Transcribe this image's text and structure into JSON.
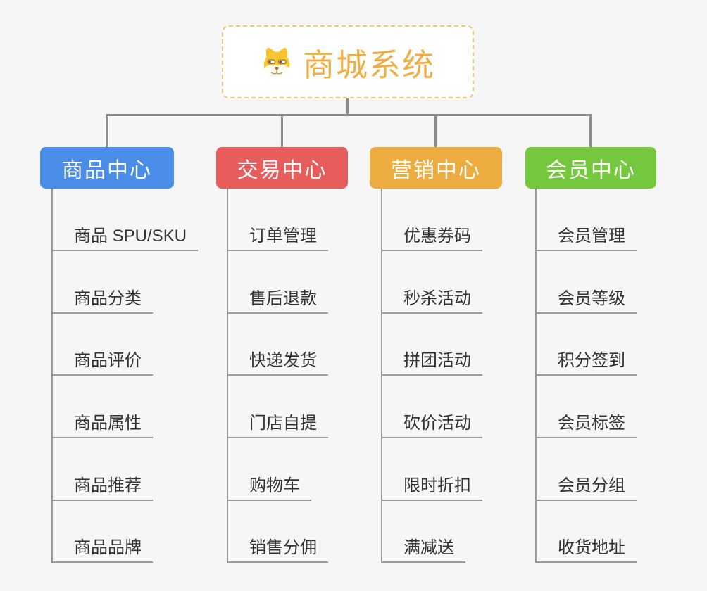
{
  "page": {
    "background": "#F6F6F6"
  },
  "root": {
    "title": "商城系统",
    "icon": "doge-icon",
    "title_color": "#EFAE42",
    "border_color": "#F2C671",
    "background": "#FFFFFF"
  },
  "connectors": {
    "main_color": "#8C8C8C",
    "leaf_line_color": "#9A9A9A"
  },
  "leaf_text_color": "#333333",
  "branches": [
    {
      "label": "商品中心",
      "color": "#4A8DE8",
      "children": [
        "商品 SPU/SKU",
        "商品分类",
        "商品评价",
        "商品属性",
        "商品推荐",
        "商品品牌"
      ]
    },
    {
      "label": "交易中心",
      "color": "#E85C5C",
      "children": [
        "订单管理",
        "售后退款",
        "快递发货",
        "门店自提",
        "购物车",
        "销售分佣"
      ]
    },
    {
      "label": "营销中心",
      "color": "#EDAC40",
      "children": [
        "优惠券码",
        "秒杀活动",
        "拼团活动",
        "砍价活动",
        "限时折扣",
        "满减送"
      ]
    },
    {
      "label": "会员中心",
      "color": "#75C83D",
      "children": [
        "会员管理",
        "会员等级",
        "积分签到",
        "会员标签",
        "会员分组",
        "收货地址"
      ]
    }
  ]
}
